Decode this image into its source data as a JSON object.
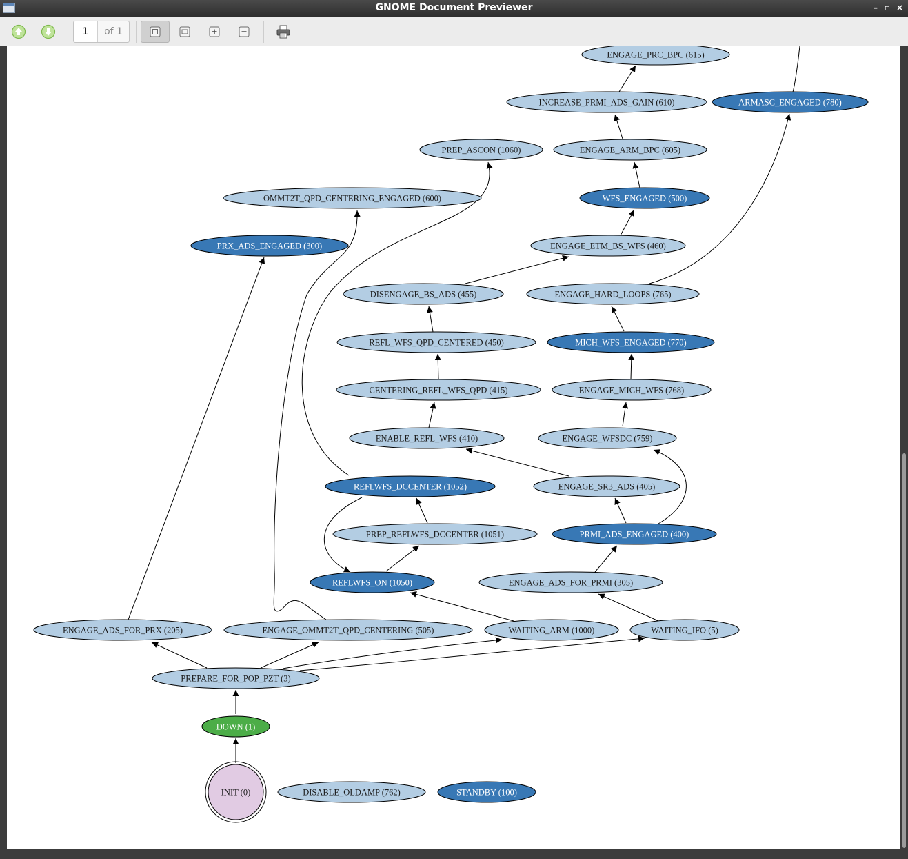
{
  "window": {
    "title": "GNOME Document Previewer",
    "controls": [
      "minimize-icon",
      "maximize-icon",
      "close-icon"
    ]
  },
  "toolbar": {
    "prev_page_icon": "arrow-up-circle-icon",
    "next_page_icon": "arrow-down-circle-icon",
    "page_current": "1",
    "page_total_label": "of 1",
    "view_buttons": [
      "best-fit-icon",
      "fit-width-icon",
      "zoom-in-icon",
      "zoom-out-icon",
      "print-icon"
    ]
  },
  "colors": {
    "light_node": "#b3cde3",
    "dark_node": "#3878b5",
    "green_node": "#4cad48",
    "init_node": "#e1cbe3"
  },
  "graph": {
    "nodes": [
      {
        "id": "n615",
        "label": "ENGAGE_PRC_BPC (615)",
        "style": "light"
      },
      {
        "id": "n610",
        "label": "INCREASE_PRMI_ADS_GAIN (610)",
        "style": "light"
      },
      {
        "id": "n780",
        "label": "ARMASC_ENGAGED (780)",
        "style": "dark"
      },
      {
        "id": "n1060",
        "label": "PREP_ASCON (1060)",
        "style": "light"
      },
      {
        "id": "n605",
        "label": "ENGAGE_ARM_BPC (605)",
        "style": "light"
      },
      {
        "id": "n600",
        "label": "OMMT2T_QPD_CENTERING_ENGAGED (600)",
        "style": "light"
      },
      {
        "id": "n500",
        "label": "WFS_ENGAGED (500)",
        "style": "dark"
      },
      {
        "id": "n300",
        "label": "PRX_ADS_ENGAGED (300)",
        "style": "dark"
      },
      {
        "id": "n460",
        "label": "ENGAGE_ETM_BS_WFS (460)",
        "style": "light"
      },
      {
        "id": "n455",
        "label": "DISENGAGE_BS_ADS (455)",
        "style": "light"
      },
      {
        "id": "n765",
        "label": "ENGAGE_HARD_LOOPS (765)",
        "style": "light"
      },
      {
        "id": "n450",
        "label": "REFL_WFS_QPD_CENTERED (450)",
        "style": "light"
      },
      {
        "id": "n770",
        "label": "MICH_WFS_ENGAGED (770)",
        "style": "dark"
      },
      {
        "id": "n415",
        "label": "CENTERING_REFL_WFS_QPD (415)",
        "style": "light"
      },
      {
        "id": "n768",
        "label": "ENGAGE_MICH_WFS (768)",
        "style": "light"
      },
      {
        "id": "n410",
        "label": "ENABLE_REFL_WFS (410)",
        "style": "light"
      },
      {
        "id": "n759",
        "label": "ENGAGE_WFSDC (759)",
        "style": "light"
      },
      {
        "id": "n1052",
        "label": "REFLWFS_DCCENTER (1052)",
        "style": "dark"
      },
      {
        "id": "n405",
        "label": "ENGAGE_SR3_ADS (405)",
        "style": "light"
      },
      {
        "id": "n1051",
        "label": "PREP_REFLWFS_DCCENTER (1051)",
        "style": "light"
      },
      {
        "id": "n400",
        "label": "PRMI_ADS_ENGAGED (400)",
        "style": "dark"
      },
      {
        "id": "n1050",
        "label": "REFLWFS_ON (1050)",
        "style": "dark"
      },
      {
        "id": "n305",
        "label": "ENGAGE_ADS_FOR_PRMI (305)",
        "style": "light"
      },
      {
        "id": "n205",
        "label": "ENGAGE_ADS_FOR_PRX (205)",
        "style": "light"
      },
      {
        "id": "n505",
        "label": "ENGAGE_OMMT2T_QPD_CENTERING (505)",
        "style": "light"
      },
      {
        "id": "n1000",
        "label": "WAITING_ARM (1000)",
        "style": "light"
      },
      {
        "id": "n5",
        "label": "WAITING_IFO (5)",
        "style": "light"
      },
      {
        "id": "n3",
        "label": "PREPARE_FOR_POP_PZT (3)",
        "style": "light"
      },
      {
        "id": "n1",
        "label": "DOWN (1)",
        "style": "green"
      },
      {
        "id": "n0",
        "label": "INIT (0)",
        "style": "init"
      },
      {
        "id": "n762",
        "label": "DISABLE_OLDAMP (762)",
        "style": "light"
      },
      {
        "id": "n100",
        "label": "STANDBY (100)",
        "style": "dark"
      }
    ]
  }
}
